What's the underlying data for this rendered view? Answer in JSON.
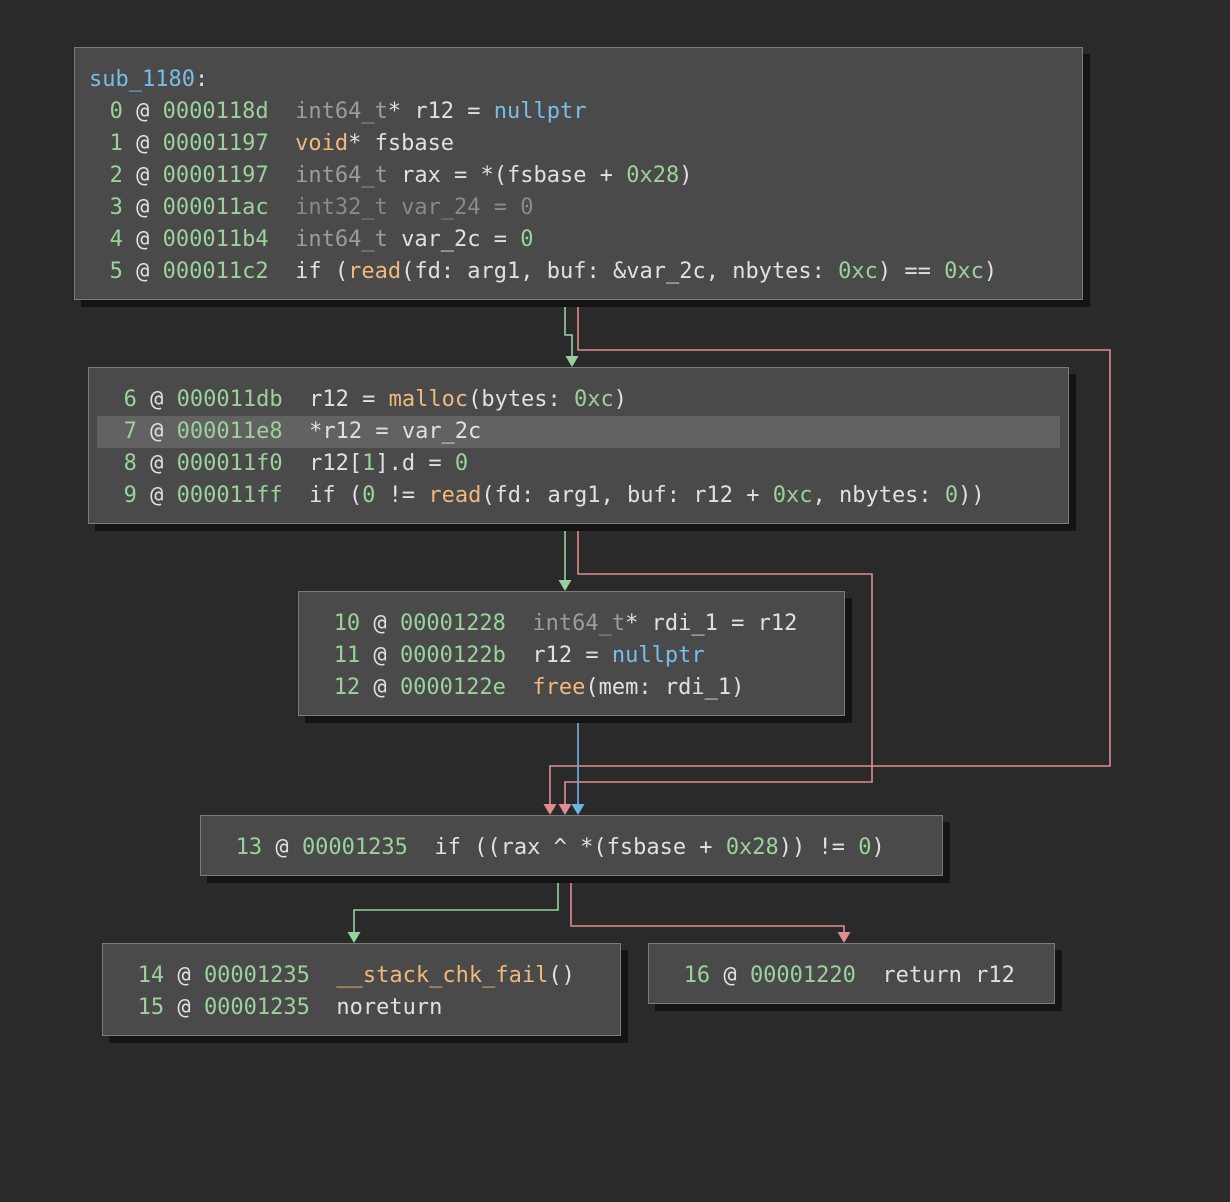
{
  "graph": {
    "colors": {
      "background": "#2a2a2a",
      "block": "#4a4a4a",
      "block_border": "#7a7a7a",
      "highlight": "#626262",
      "edge_true": "#96d2a0",
      "edge_false": "#e08c91",
      "edge_unconditional": "#6eb4e6"
    },
    "blocks": [
      {
        "id": "b0",
        "name": "sub_1180",
        "lines": [
          {
            "index": "0",
            "addr": "0000118d",
            "tokens": [
              {
                "c": "type",
                "t": "int64_t"
              },
              {
                "c": "text",
                "t": "* r12 = "
              },
              {
                "c": "sym",
                "t": "nullptr"
              }
            ]
          },
          {
            "index": "1",
            "addr": "00001197",
            "tokens": [
              {
                "c": "func",
                "t": "void"
              },
              {
                "c": "text",
                "t": "* fsbase"
              }
            ]
          },
          {
            "index": "2",
            "addr": "00001197",
            "tokens": [
              {
                "c": "type",
                "t": "int64_t"
              },
              {
                "c": "text",
                "t": " rax = *(fsbase + "
              },
              {
                "c": "num",
                "t": "0x28"
              },
              {
                "c": "text",
                "t": ")"
              }
            ]
          },
          {
            "index": "3",
            "addr": "000011ac",
            "tokens": [
              {
                "c": "dim",
                "t": "int32_t var_24 = 0"
              }
            ]
          },
          {
            "index": "4",
            "addr": "000011b4",
            "tokens": [
              {
                "c": "type",
                "t": "int64_t"
              },
              {
                "c": "text",
                "t": " var_2c = "
              },
              {
                "c": "num",
                "t": "0"
              }
            ]
          },
          {
            "index": "5",
            "addr": "000011c2",
            "tokens": [
              {
                "c": "text",
                "t": "if ("
              },
              {
                "c": "func",
                "t": "read"
              },
              {
                "c": "text",
                "t": "(fd: arg1, buf: &var_2c, nbytes: "
              },
              {
                "c": "num",
                "t": "0xc"
              },
              {
                "c": "text",
                "t": ") == "
              },
              {
                "c": "num",
                "t": "0xc"
              },
              {
                "c": "text",
                "t": ")"
              }
            ]
          }
        ]
      },
      {
        "id": "b1",
        "lines": [
          {
            "index": "6",
            "addr": "000011db",
            "tokens": [
              {
                "c": "text",
                "t": "r12 = "
              },
              {
                "c": "func",
                "t": "malloc"
              },
              {
                "c": "text",
                "t": "(bytes: "
              },
              {
                "c": "num",
                "t": "0xc"
              },
              {
                "c": "text",
                "t": ")"
              }
            ]
          },
          {
            "index": "7",
            "addr": "000011e8",
            "highlighted": true,
            "tokens": [
              {
                "c": "text",
                "t": "*r12 = var_2c"
              }
            ]
          },
          {
            "index": "8",
            "addr": "000011f0",
            "tokens": [
              {
                "c": "text",
                "t": "r12["
              },
              {
                "c": "num",
                "t": "1"
              },
              {
                "c": "text",
                "t": "].d = "
              },
              {
                "c": "num",
                "t": "0"
              }
            ]
          },
          {
            "index": "9",
            "addr": "000011ff",
            "tokens": [
              {
                "c": "text",
                "t": "if ("
              },
              {
                "c": "num",
                "t": "0"
              },
              {
                "c": "text",
                "t": " != "
              },
              {
                "c": "func",
                "t": "read"
              },
              {
                "c": "text",
                "t": "(fd: arg1, buf: r12 + "
              },
              {
                "c": "num",
                "t": "0xc"
              },
              {
                "c": "text",
                "t": ", nbytes: "
              },
              {
                "c": "num",
                "t": "0"
              },
              {
                "c": "text",
                "t": "))"
              }
            ]
          }
        ]
      },
      {
        "id": "b2",
        "lines": [
          {
            "index": "10",
            "addr": "00001228",
            "tokens": [
              {
                "c": "type",
                "t": "int64_t"
              },
              {
                "c": "text",
                "t": "* rdi_1 = r12"
              }
            ]
          },
          {
            "index": "11",
            "addr": "0000122b",
            "tokens": [
              {
                "c": "text",
                "t": "r12 = "
              },
              {
                "c": "sym",
                "t": "nullptr"
              }
            ]
          },
          {
            "index": "12",
            "addr": "0000122e",
            "tokens": [
              {
                "c": "func",
                "t": "free"
              },
              {
                "c": "text",
                "t": "(mem: rdi_1)"
              }
            ]
          }
        ]
      },
      {
        "id": "b3",
        "lines": [
          {
            "index": "13",
            "addr": "00001235",
            "tokens": [
              {
                "c": "text",
                "t": "if ((rax ^ *(fsbase + "
              },
              {
                "c": "num",
                "t": "0x28"
              },
              {
                "c": "text",
                "t": ")) != "
              },
              {
                "c": "num",
                "t": "0"
              },
              {
                "c": "text",
                "t": ")"
              }
            ]
          }
        ]
      },
      {
        "id": "b4",
        "lines": [
          {
            "index": "14",
            "addr": "00001235",
            "tokens": [
              {
                "c": "func",
                "t": "__stack_chk_fail"
              },
              {
                "c": "text",
                "t": "()"
              }
            ]
          },
          {
            "index": "15",
            "addr": "00001235",
            "tokens": [
              {
                "c": "text",
                "t": "noreturn"
              }
            ]
          }
        ]
      },
      {
        "id": "b5",
        "lines": [
          {
            "index": "16",
            "addr": "00001220",
            "tokens": [
              {
                "c": "text",
                "t": "return r12"
              }
            ]
          }
        ]
      }
    ],
    "edges": [
      {
        "from": "b0",
        "to": "b1",
        "kind": "true"
      },
      {
        "from": "b0",
        "to": "b3",
        "kind": "false"
      },
      {
        "from": "b1",
        "to": "b2",
        "kind": "true"
      },
      {
        "from": "b1",
        "to": "b3",
        "kind": "false"
      },
      {
        "from": "b2",
        "to": "b3",
        "kind": "unconditional"
      },
      {
        "from": "b3",
        "to": "b4",
        "kind": "true"
      },
      {
        "from": "b3",
        "to": "b5",
        "kind": "false"
      }
    ]
  }
}
